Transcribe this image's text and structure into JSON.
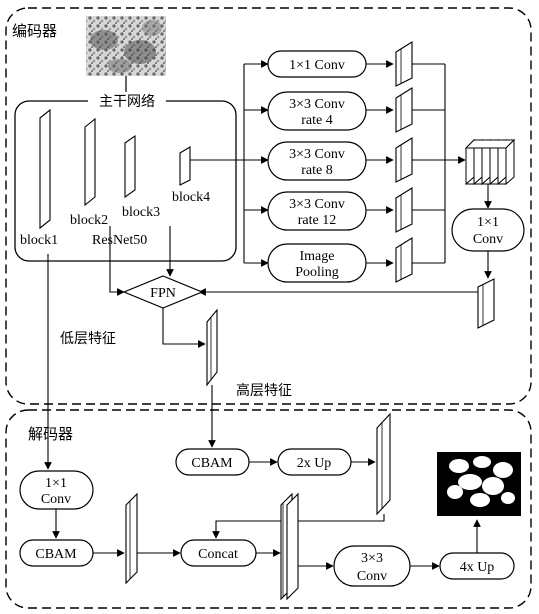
{
  "encoder": {
    "title": "编码器",
    "backbone": {
      "title": "主干网络",
      "name": "ResNet50",
      "blocks": [
        "block1",
        "block2",
        "block3",
        "block4"
      ]
    },
    "aspp": {
      "conv1x1": {
        "line1": "1×1 Conv"
      },
      "rate4": {
        "line1": "3×3 Conv",
        "line2": "rate 4"
      },
      "rate8": {
        "line1": "3×3 Conv",
        "line2": "rate 8"
      },
      "rate12": {
        "line1": "3×3 Conv",
        "line2": "rate 12"
      },
      "pool": {
        "line1": "Image",
        "line2": "Pooling"
      }
    },
    "fuse_conv": {
      "line1": "1×1",
      "line2": "Conv"
    },
    "fpn": "FPN",
    "low_level_label": "低层特征",
    "high_level_label": "高层特征"
  },
  "decoder": {
    "title": "解码器",
    "conv1x1": {
      "line1": "1×1",
      "line2": "Conv"
    },
    "cbam_left": "CBAM",
    "cbam_top": "CBAM",
    "upsample2x": "2x Up",
    "concat": "Concat",
    "conv3x3": {
      "line1": "3×3",
      "line2": "Conv"
    },
    "upsample4x": "4x Up"
  }
}
